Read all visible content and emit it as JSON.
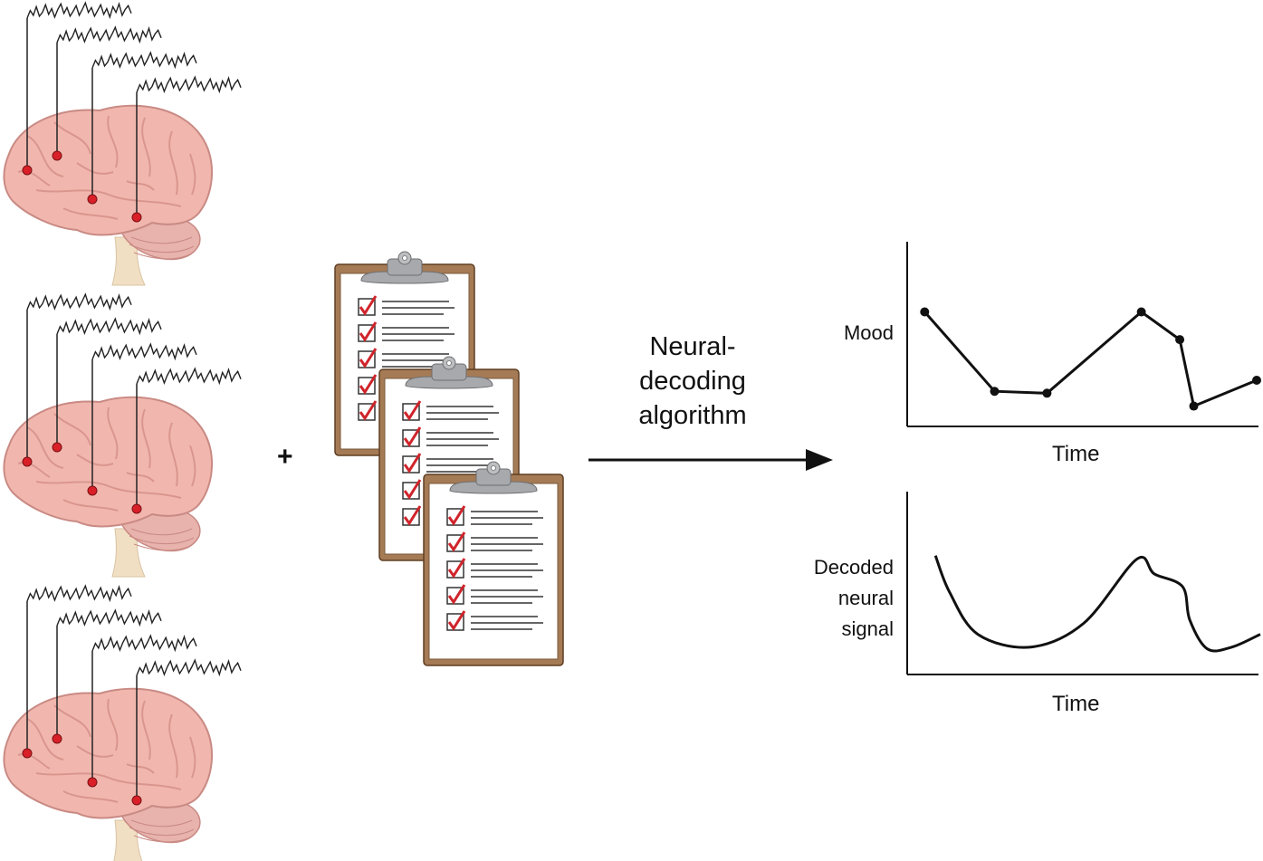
{
  "operator": "+",
  "arrow_label": {
    "line1": "Neural-",
    "line2": "decoding",
    "line3": "algorithm"
  },
  "mood_chart": {
    "ylabel": "Mood",
    "xlabel": "Time"
  },
  "signal_chart": {
    "ylabel_line1": "Decoded",
    "ylabel_line2": "neural",
    "ylabel_line3": "signal",
    "xlabel": "Time"
  },
  "chart_data": [
    {
      "type": "line",
      "title": "",
      "xlabel": "Time",
      "ylabel": "Mood",
      "series": [
        {
          "x": [
            0.05,
            0.25,
            0.4,
            0.67,
            0.78,
            0.82,
            1.0
          ],
          "values": [
            0.62,
            0.19,
            0.18,
            0.62,
            0.47,
            0.11,
            0.25
          ]
        }
      ],
      "markers": true,
      "grid": false
    },
    {
      "type": "line",
      "title": "",
      "xlabel": "Time",
      "ylabel": "Decoded neural signal",
      "series": [
        {
          "x": [
            0.08,
            0.12,
            0.2,
            0.35,
            0.5,
            0.65,
            0.7,
            0.78,
            0.8,
            0.85,
            0.92,
            1.0
          ],
          "values": [
            0.65,
            0.45,
            0.22,
            0.15,
            0.28,
            0.63,
            0.55,
            0.48,
            0.3,
            0.14,
            0.15,
            0.22
          ]
        }
      ],
      "markers": false,
      "grid": false
    }
  ]
}
